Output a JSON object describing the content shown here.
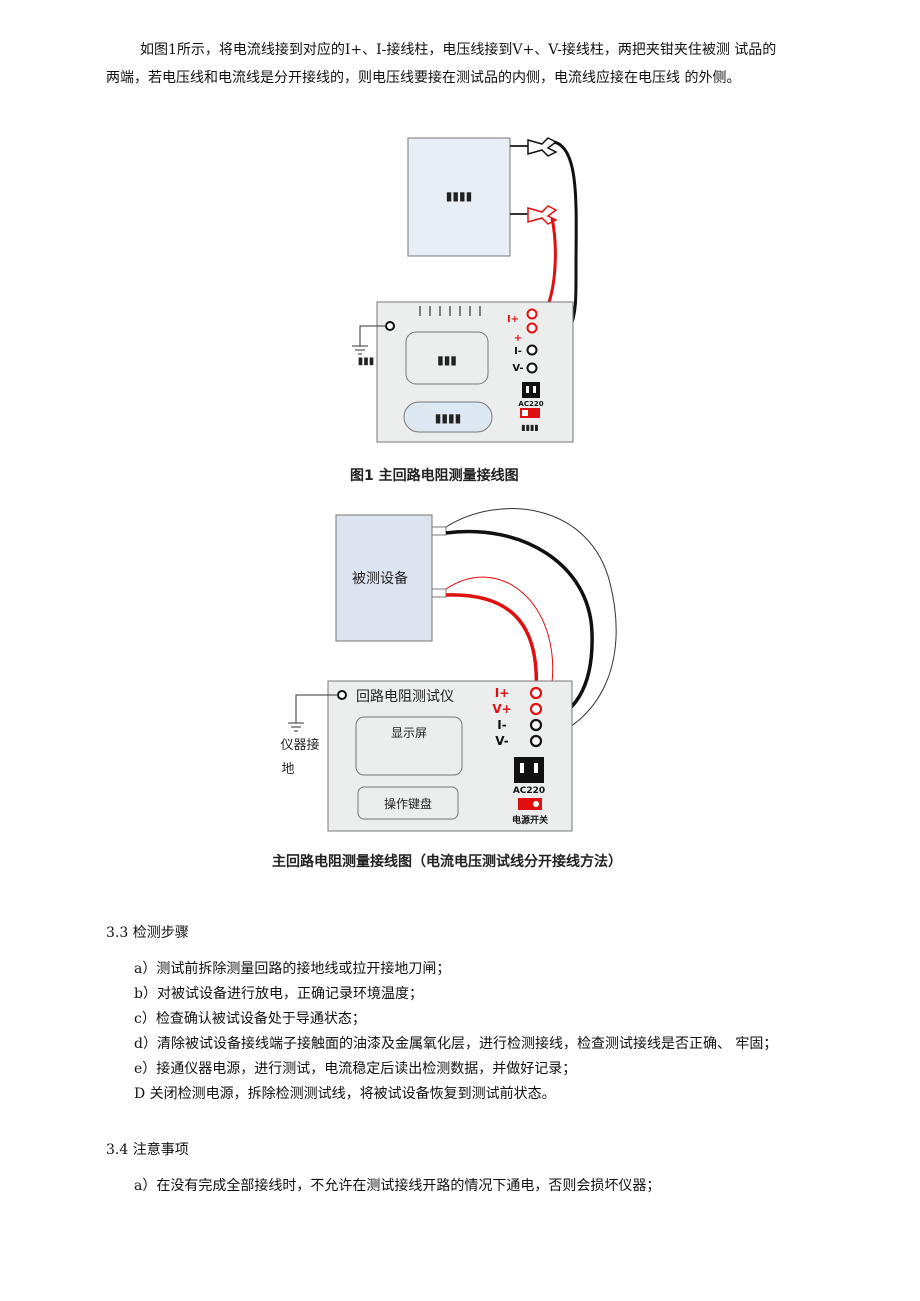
{
  "intro": {
    "line1": "如图1所示，将电流线接到对应的I+、I-接线柱，电压线接到V+、V-接线柱，两把夹钳夹住被测  试品的",
    "line2": "两端，若电压线和电流线是分开接线的，则电压线要接在测试品的内侧，电流线应接在电压线 的外侧。"
  },
  "figure1": {
    "caption": "图1   主回路电阻测量接线图",
    "device_placeholder": "▮▮▮▮",
    "screen_placeholder": "▮▮▮",
    "keyboard_placeholder": "▮▮▮▮",
    "ground_placeholder": "▮▮▮",
    "switch_placeholder": "▮▮▮▮",
    "terminals": [
      "I+",
      "+",
      "I-",
      "V-"
    ],
    "ac_label": "AC220"
  },
  "figure2": {
    "caption": "主回路电阻测量接线图（电流电压测试线分开接线方法）",
    "device_label": "被测设备",
    "instrument_title": "回路电阻测试仪",
    "screen_label": "显示屏",
    "keyboard_label": "操作键盘",
    "ground_label_1": "仪器接",
    "ground_label_2": "地",
    "terminals": [
      "I+",
      "V+",
      "I-",
      "V-"
    ],
    "ac_label": "AC220",
    "switch_label": "电源开关"
  },
  "section33": {
    "heading": "3.3   检测步骤",
    "steps": [
      "a）测试前拆除测量回路的接地线或拉开接地刀闸；",
      "b）对被试设备进行放电，正确记录环境温度；",
      "c）检查确认被试设备处于导通状态；",
      "d）清除被试设备接线端子接触面的油漆及金属氧化层，进行检测接线，检查测试接线是否正确、  牢固；",
      "e）接通仪器电源，进行测试，电流稳定后读出检测数据，并做好记录；",
      "D 关闭检测电源，拆除检测测试线，将被试设备恢复到测试前状态。"
    ]
  },
  "section34": {
    "heading": "3.4   注意事项",
    "items": [
      "a）在没有完成全部接线时，不允许在测试接线开路的情况下通电，否则会损坏仪器；"
    ]
  },
  "colors": {
    "device_fill": "#e8eef5",
    "device_fill_2": "#dbe4ef",
    "instrument_fill": "#eceeed",
    "red_wire": "#e01010",
    "black_wire": "#111111"
  }
}
